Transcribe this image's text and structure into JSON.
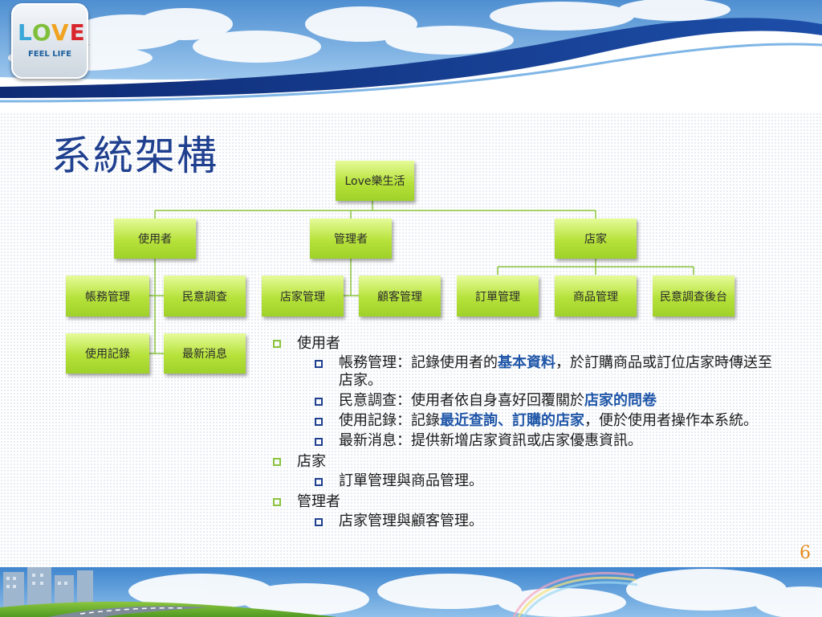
{
  "logo": {
    "word": [
      "L",
      "O",
      "V",
      "E"
    ],
    "tagline": "FEEL LIFE"
  },
  "title": "系統架構",
  "org_chart": {
    "root": "Love樂生活",
    "groups": [
      {
        "label": "使用者",
        "children": [
          "帳務管理",
          "民意調查",
          "使用記錄",
          "最新消息"
        ]
      },
      {
        "label": "管理者",
        "children": [
          "店家管理",
          "顧客管理"
        ]
      },
      {
        "label": "店家",
        "children": [
          "訂單管理",
          "商品管理",
          "民意調查後台"
        ]
      }
    ]
  },
  "bullets": [
    {
      "level": 1,
      "segments": [
        {
          "t": "使用者"
        }
      ]
    },
    {
      "level": 2,
      "segments": [
        {
          "t": "帳務管理：記錄使用者的"
        },
        {
          "t": "基本資料",
          "hl": true
        },
        {
          "t": "，於訂購商品或訂位店家時傳送至店家。"
        }
      ]
    },
    {
      "level": 2,
      "segments": [
        {
          "t": "民意調查：使用者依自身喜好回覆關於"
        },
        {
          "t": "店家的問卷",
          "hl": true
        }
      ]
    },
    {
      "level": 2,
      "segments": [
        {
          "t": "使用記錄：記錄"
        },
        {
          "t": "最近查詢、訂購的店家",
          "hl": true
        },
        {
          "t": "，便於使用者操作本系統。"
        }
      ]
    },
    {
      "level": 2,
      "segments": [
        {
          "t": "最新消息：提供新增店家資訊或店家優惠資訊。"
        }
      ]
    },
    {
      "level": 1,
      "segments": [
        {
          "t": "店家"
        }
      ]
    },
    {
      "level": 2,
      "segments": [
        {
          "t": "訂單管理與商品管理。"
        }
      ]
    },
    {
      "level": 1,
      "segments": [
        {
          "t": "管理者"
        }
      ]
    },
    {
      "level": 2,
      "segments": [
        {
          "t": "店家管理與顧客管理。"
        }
      ]
    }
  ],
  "page_number": "6",
  "colors": {
    "title": "#1f3f8f",
    "highlight": "#1f56a8",
    "node_green": "#b6e23a",
    "connector": "#8ac43f",
    "page_number": "#e38b1b"
  }
}
